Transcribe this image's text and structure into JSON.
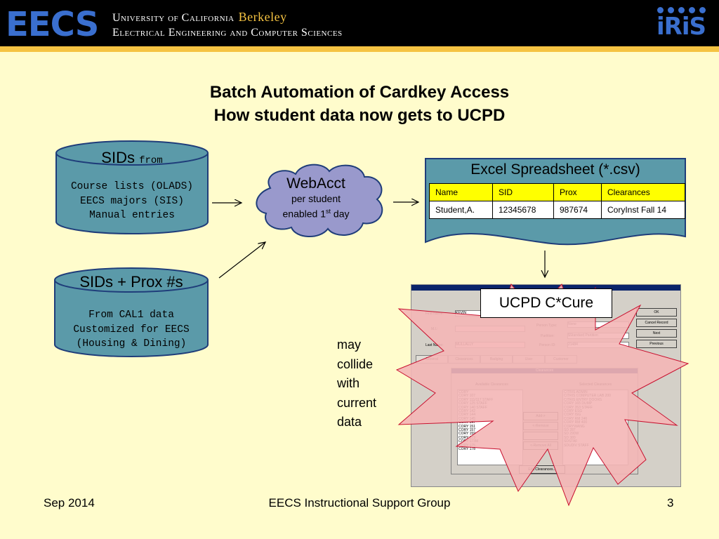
{
  "header": {
    "logo_text": "EECS",
    "university": "University of California",
    "berkeley": "Berkeley",
    "department": "Electrical Engineering and Computer Sciences",
    "iris_logo": "iRiS"
  },
  "title": {
    "line1": "Batch Automation of Cardkey Access",
    "line2": "How student data now gets to UCPD"
  },
  "sids_db": {
    "title": "SIDs",
    "title_suffix": "from",
    "lines": [
      "Course lists (OLADS)",
      "EECS majors (SIS)",
      "Manual entries"
    ]
  },
  "prox_db": {
    "title": "SIDs + Prox #s",
    "lines": [
      "From CAL1 data",
      "Customized for EECS",
      "(Housing & Dining)"
    ]
  },
  "webacct": {
    "title": "WebAcct",
    "line1": "per student",
    "line2_pre": "enabled 1",
    "line2_sup": "st",
    "line2_post": " day"
  },
  "spreadsheet": {
    "title": "Excel Spreadsheet (*.csv)",
    "columns": [
      "Name",
      "SID",
      "Prox",
      "Clearances"
    ],
    "rows": [
      [
        "Student,A.",
        "12345678",
        "987674",
        "CoryInst Fall 14"
      ]
    ]
  },
  "ucpd": {
    "label": "UCPD C*Cure"
  },
  "collide": {
    "lines": [
      "may",
      "collide",
      "with",
      "current",
      "data"
    ]
  },
  "screenshot": {
    "first_name_label": "First Name:",
    "first_name_value": "KEVIN",
    "mi_label": "M.I.:",
    "last_name_label": "Last Name:",
    "last_name_value": "MULLALLY",
    "person_type_label": "Person Type:",
    "person_type_value": "None",
    "partition_label": "Partition:",
    "partition_value": "$Standard Partition",
    "person_id_label": "Person ID:",
    "person_id_value": "21484",
    "buttons": [
      "OK",
      "Cancel Record",
      "Next",
      "Previous"
    ],
    "tabs": [
      "General",
      "Clearances",
      "Badging",
      "User",
      "Customer"
    ],
    "panel_title": "Clearances",
    "available_header": "Available Clearances",
    "selected_header": "Selected Clearances",
    "available": [
      "CORY",
      "CORY 107",
      "CORY 111/117 STAFF",
      "CORY 125 STAFF",
      "CORY 140 STAFF",
      "CORY 142",
      "CORY 144",
      "CORY 145",
      "CORY 147",
      "CORY 151",
      "CORY 157",
      "CORY 159",
      "CORY 173",
      "CORY 173M",
      "CORY 175",
      "CORY 178"
    ],
    "selected": [
      "CITRIS ADMIN",
      "CITRIS COMPUTER LAB 200",
      "CITRIS ENTRY DOORS",
      "CORY 165 DUMP",
      "CORY 353 STAFF",
      "CORY ESG",
      "CORY ISG",
      "CORY RM 246",
      "CORY RM 400",
      "CORYWANG",
      "SD 287",
      "SD 290W",
      "SD 380",
      "SDSTAF",
      "SDUDIV STAFF"
    ],
    "mid_buttons": [
      "Add->",
      "<-Remove",
      "",
      "<-Remove All"
    ],
    "edit_button": "Edit Clearances..."
  },
  "footer": {
    "date": "Sep 2014",
    "group": "EECS Instructional Support Group",
    "page": "3"
  },
  "colors": {
    "background": "#fffccc",
    "cylinder": "#5b9aa9",
    "cloud": "#9999cc",
    "spreadsheet": "#5b9aa9",
    "table_header": "#ffff00",
    "starburst": "#f4b6b6",
    "header_accent": "#f5c342"
  }
}
